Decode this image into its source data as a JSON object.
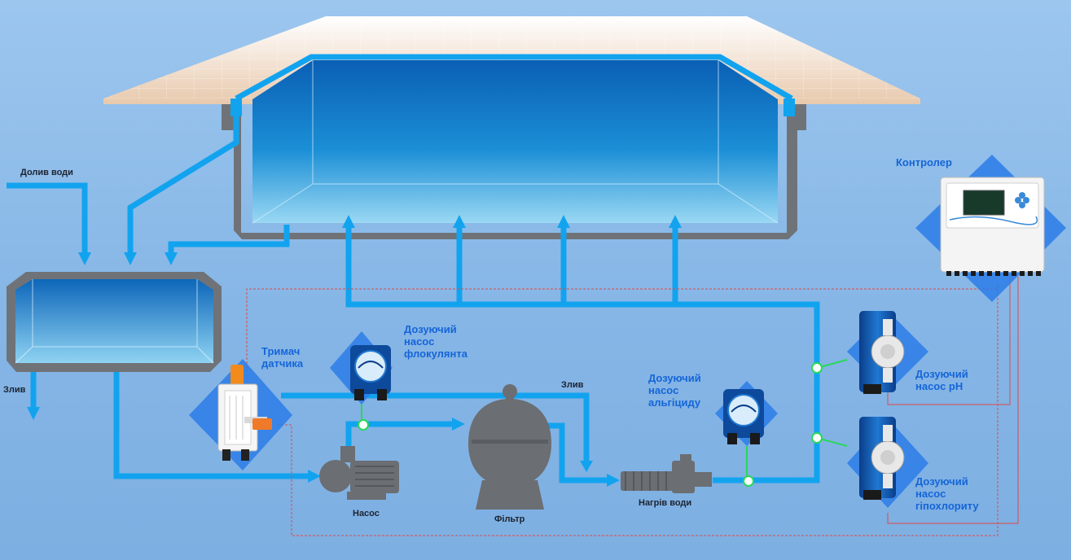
{
  "labels": {
    "refill_water": "Долив води",
    "drain_left": "Злив",
    "sensor_holder": "Тримач\nдатчика",
    "flocculant_pump": "Дозуючий\nнасос\nфлокулянта",
    "drain_filter": "Злив",
    "algaecide_pump": "Дозуючий\nнасос\nальгіциду",
    "controller": "Контролер",
    "ph_pump": "Дозуючий\nнасос pH",
    "hypochlorite_pump": "Дозуючий\nнасос\nгіпохлориту",
    "pump": "Насос",
    "filter": "Фільтр",
    "heater": "Нагрів води"
  },
  "colors": {
    "pipe": "#12a3ef",
    "wall": "#6f7378",
    "water_top": "#0a63b8",
    "water_bottom": "#8fd3f2",
    "equipment": "#6b6e72",
    "accent_label": "#1565d8",
    "signal_wire": "#e04848",
    "dose_line": "#28d85a",
    "diamond": "#2b7de8"
  },
  "icons": {
    "controller": "controller-icon",
    "metering_pump": "metering-pump-icon",
    "peristaltic_pump": "peristaltic-pump-icon",
    "sensor_holder": "sensor-holder-icon",
    "filter": "sand-filter-icon",
    "heater": "heat-exchanger-icon",
    "circulation_pump": "circulation-pump-icon"
  }
}
